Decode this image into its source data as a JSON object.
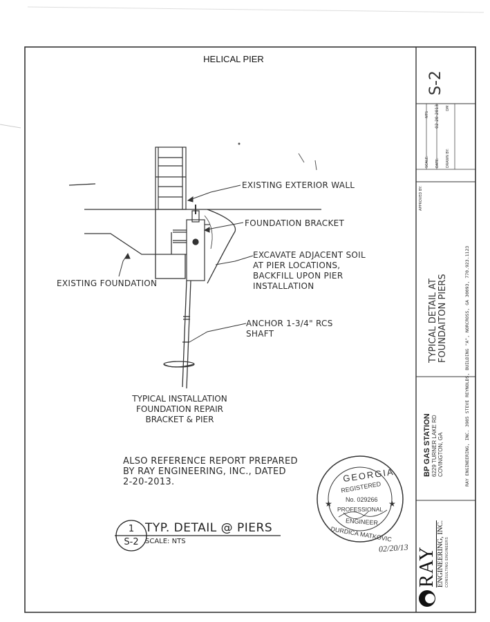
{
  "sheet_heading": "HELICAL PIER",
  "callouts": {
    "wall": "EXISTING EXTERIOR WALL",
    "bracket": "FOUNDATION BRACKET",
    "excavate": [
      "EXCAVATE ADJACENT SOIL",
      "AT PIER LOCATIONS,",
      "BACKFILL UPON PIER",
      "INSTALLATION"
    ],
    "foundation": "EXISTING FOUNDATION",
    "anchor": [
      "ANCHOR 1-3/4\" RCS",
      "SHAFT"
    ]
  },
  "caption": [
    "TYPICAL INSTALLATION",
    "FOUNDATION REPAIR",
    "BRACKET & PIER"
  ],
  "reference_note": [
    "ALSO REFERENCE REPORT PREPARED",
    "BY RAY ENGINEERING, INC., DATED",
    "2-20-2013."
  ],
  "detail_tag": {
    "number": "1",
    "sheet": "S-2",
    "title": "TYP. DETAIL @ PIERS",
    "scale": "SCALE: NTS"
  },
  "title_block": {
    "sheet_number": "S-2",
    "scale_label": "SCALE:",
    "scale_value": "NTS",
    "date_label": "DATE:",
    "date_value": "02-20-2013",
    "drawn_label": "DRAWN BY:",
    "drawn_value": "DM",
    "approved_label": "APPROVED BY:",
    "drawing_title": [
      "TYPICAL DETAIL AT",
      "FOUNDAITON PIERS"
    ],
    "firm_line": "RAY ENGINEERING, INC. 3985 STEVE REYNOLDS, BUILDING \"A\", NORCROSS, GA 30093, 770.923.1123",
    "project_name": "BP GAS STATION",
    "project_address": [
      "6229 TURNER LAKE RD",
      "COVINGTON, GA"
    ],
    "logo": {
      "name": "RAY",
      "subtitle": "ENGINEERING, INC.",
      "tagline": "CONSULTING ENGINEERS"
    }
  },
  "seal": {
    "state": "GEORGIA",
    "registered": "REGISTERED",
    "number": "No. 029266",
    "professional": "PROFESSIONAL",
    "engineer": "ENGINEER",
    "name": "DURDICA MATKOVIC",
    "date_handwritten": "02/20/13"
  }
}
